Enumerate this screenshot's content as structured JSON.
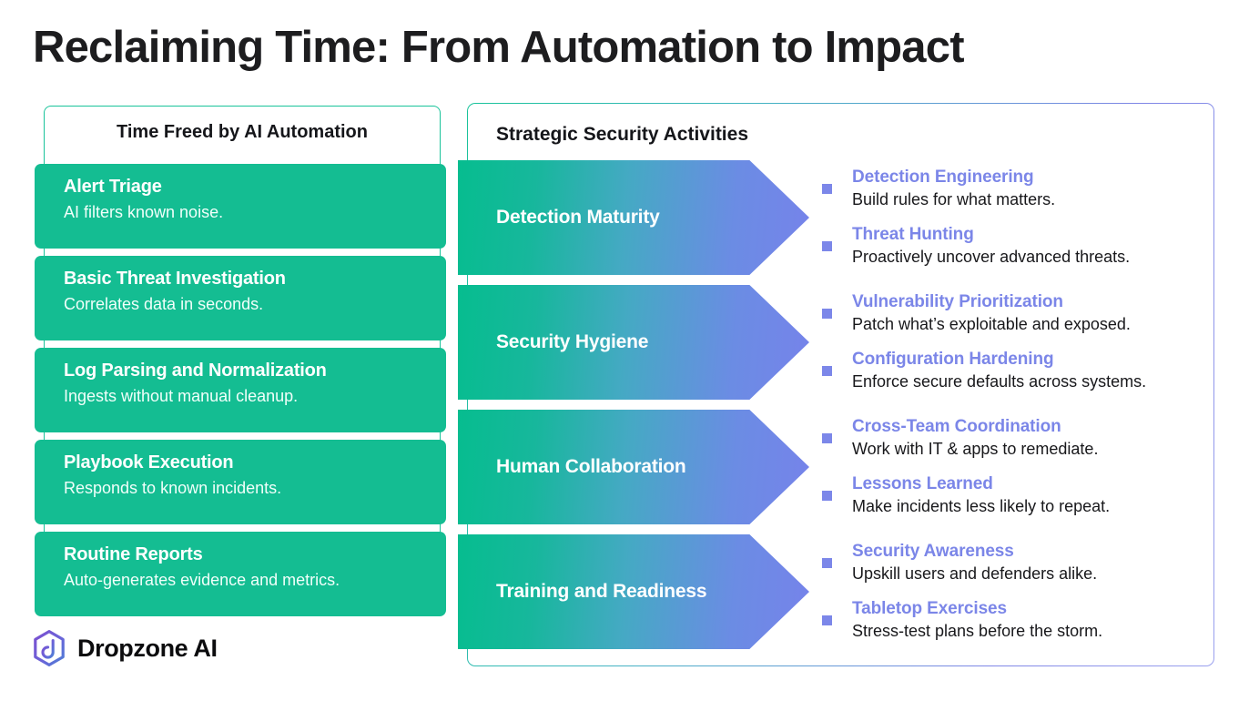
{
  "page": {
    "title": "Reclaiming Time: From Automation to Impact",
    "background": "#ffffff"
  },
  "colors": {
    "green_card": "#14bd92",
    "left_border": "#19c39a",
    "arrow_gradient_start": "#06bd8f",
    "arrow_gradient_end": "#7683ea",
    "bullet_marker": "#7c87e9",
    "bullet_title": "#7b86e8",
    "title_text": "#1d1d1f"
  },
  "left_panel": {
    "heading": "Time Freed by AI Automation",
    "cards": [
      {
        "title": "Alert Triage",
        "desc": "AI filters known noise."
      },
      {
        "title": "Basic Threat Investigation",
        "desc": "Correlates data in seconds."
      },
      {
        "title": "Log Parsing and Normalization",
        "desc": "Ingests without manual cleanup."
      },
      {
        "title": "Playbook Execution",
        "desc": "Responds to known incidents."
      },
      {
        "title": "Routine Reports",
        "desc": "Auto-generates evidence and metrics."
      }
    ]
  },
  "right_panel": {
    "heading": "Strategic Security Activities",
    "groups": [
      {
        "arrow_label": "Detection Maturity",
        "items": [
          {
            "title": "Detection Engineering",
            "desc": "Build rules for what matters."
          },
          {
            "title": "Threat Hunting",
            "desc": "Proactively uncover advanced threats."
          }
        ]
      },
      {
        "arrow_label": "Security Hygiene",
        "items": [
          {
            "title": "Vulnerability Prioritization",
            "desc": "Patch what’s exploitable and exposed."
          },
          {
            "title": "Configuration Hardening",
            "desc": "Enforce secure defaults across systems."
          }
        ]
      },
      {
        "arrow_label": "Human Collaboration",
        "items": [
          {
            "title": "Cross-Team Coordination",
            "desc": "Work with IT & apps to remediate."
          },
          {
            "title": "Lessons Learned",
            "desc": "Make incidents less likely to repeat."
          }
        ]
      },
      {
        "arrow_label": "Training and Readiness",
        "items": [
          {
            "title": "Security Awareness",
            "desc": "Upskill users and defenders alike."
          },
          {
            "title": "Tabletop Exercises",
            "desc": "Stress-test plans before the storm."
          }
        ]
      }
    ]
  },
  "brand": {
    "name": "Dropzone AI",
    "logo_icon": "hexagon-d-logo-icon"
  }
}
